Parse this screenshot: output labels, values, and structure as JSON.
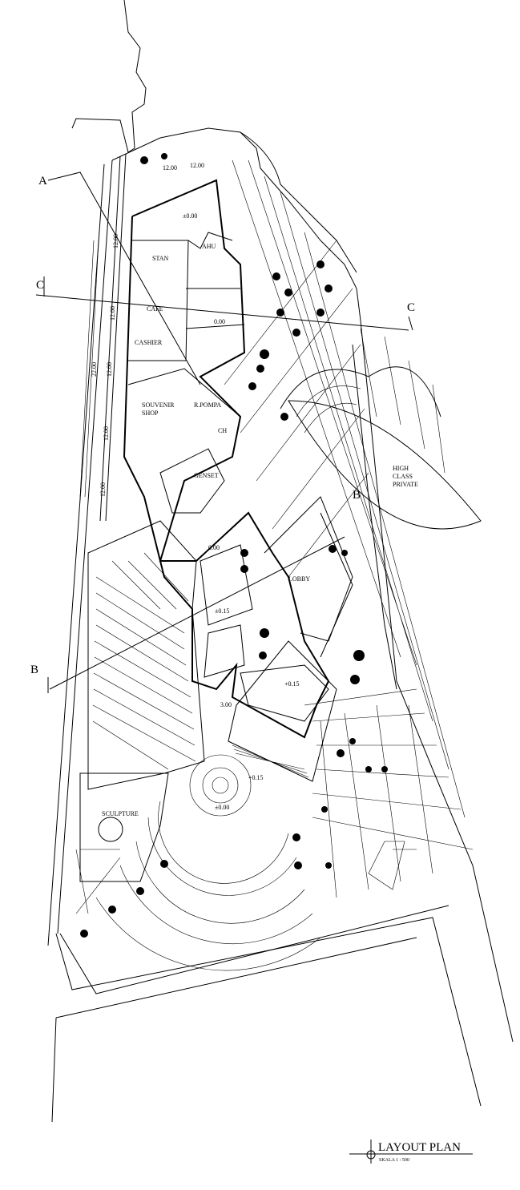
{
  "title": {
    "main": "LAYOUT PLAN",
    "scale": "SKALA 1 : 500"
  },
  "section_markers": {
    "a": "A",
    "b": "B",
    "c_left": "C",
    "c_right": "C",
    "b_right": "B"
  },
  "rooms": {
    "stan": "STAN",
    "cafe": "CAFE",
    "cashier": "CASHIER",
    "souvenir": "SOUVENIR",
    "shop": "SHOP",
    "pompa": "R.POMPA",
    "genset": "GENSET",
    "ahu": "AHU",
    "ch": "CH",
    "high": "HIGH",
    "class": "CLASS",
    "private": "PRIVATE",
    "sculpture": "SCULPTURE",
    "lobby": "LOBBY"
  },
  "elevations": [
    "±0.00",
    "12.00",
    "0.00",
    "±0.15",
    "+0.15",
    "±0.00",
    "12.00",
    "0.00",
    "+0.15",
    "3.00"
  ],
  "dimensions": [
    "12.00",
    "12.00",
    "12.00",
    "12.00",
    "12.00",
    "22.00"
  ]
}
